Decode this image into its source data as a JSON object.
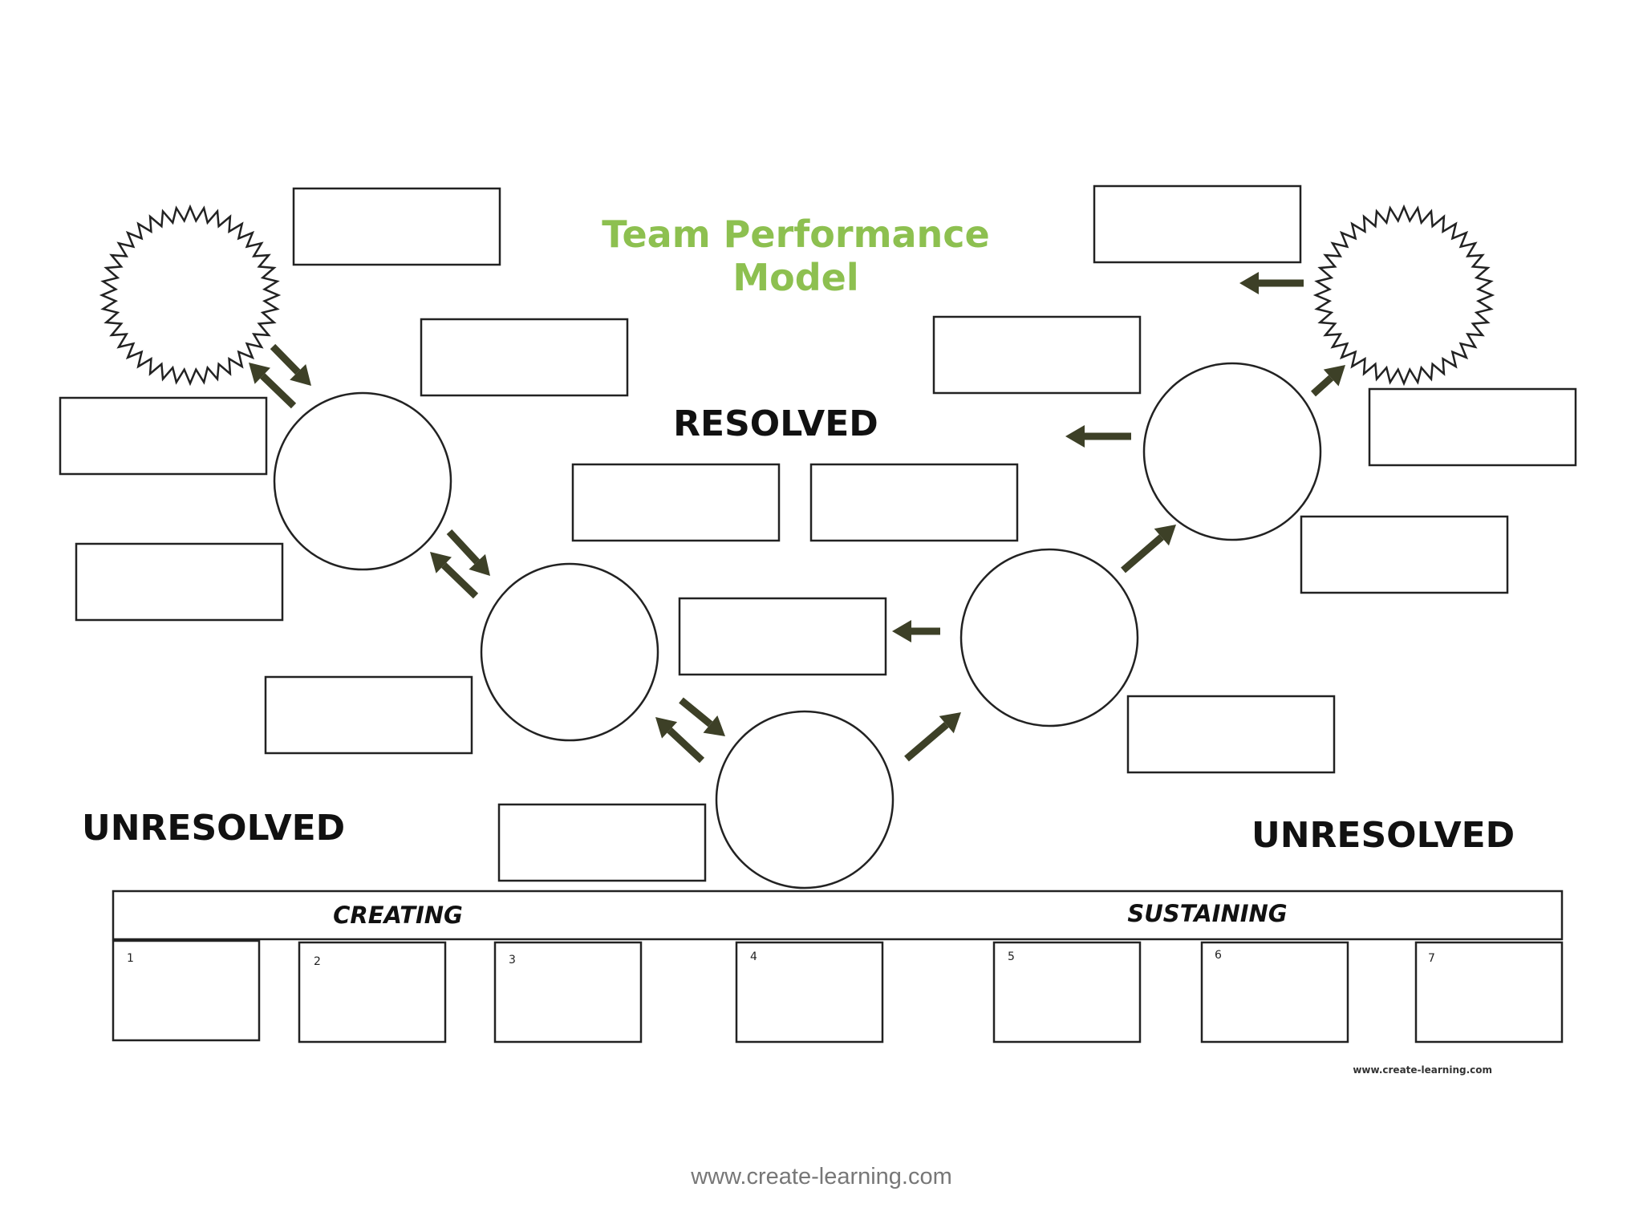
{
  "title_line1": "Team Performance",
  "title_line2": "Model",
  "title_color": "#8dc050",
  "resolved_label": "RESOLVED",
  "unresolved_left": "UNRESOLVED",
  "unresolved_right": "UNRESOLVED",
  "phase_creating": "CREATING",
  "phase_sustaining": "SUSTAINING",
  "stage_numbers": [
    "1",
    "2",
    "3",
    "4",
    "5",
    "6",
    "7"
  ],
  "small_url": "www.create-learning.com",
  "footer_url": "www.create-learning.com",
  "arrow_color": "#3d4027"
}
